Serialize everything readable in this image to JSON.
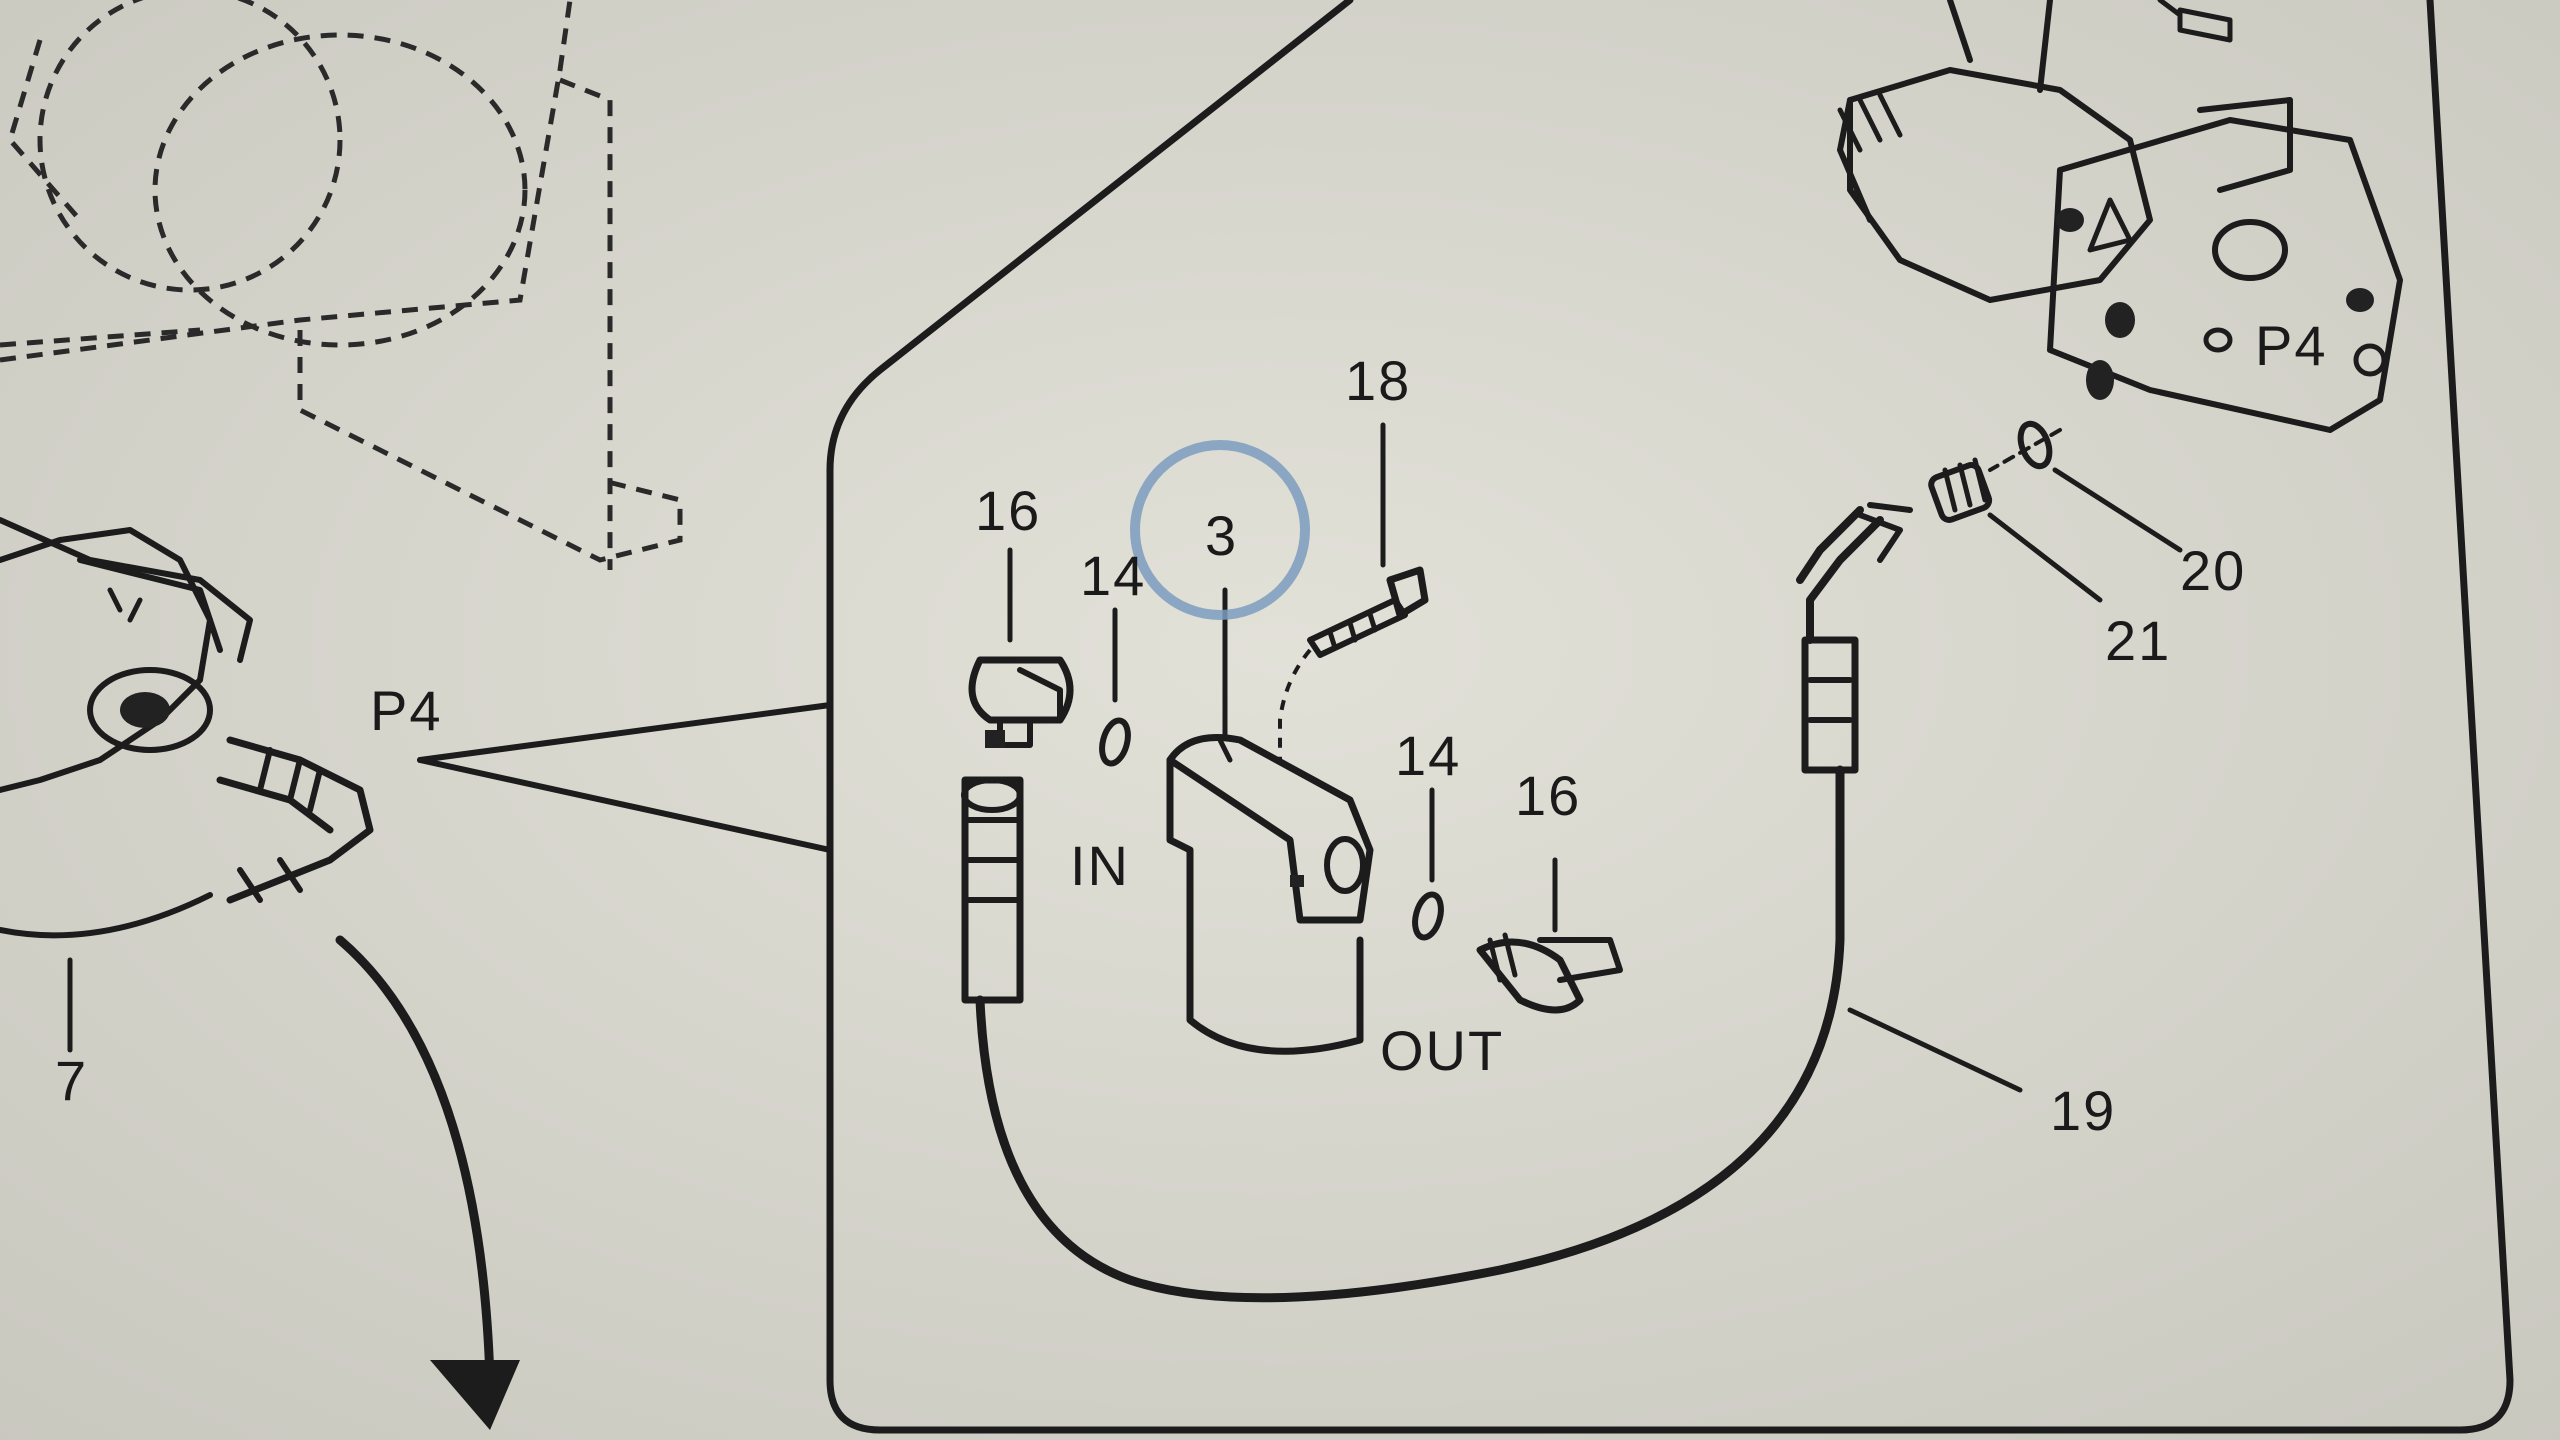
{
  "callouts": {
    "p4_left": "P4",
    "item7": "7",
    "item16_left": "16",
    "item14_left": "14",
    "item3": "3",
    "item18": "18",
    "in_label": "IN",
    "item14_right": "14",
    "item16_right": "16",
    "out_label": "OUT",
    "item19": "19",
    "item20": "20",
    "item21": "21",
    "p4_right": "P4"
  },
  "colors": {
    "paper": "#d9d8cf",
    "ink": "#1c1c1c",
    "highlight_circle": "#7b9cbf"
  }
}
